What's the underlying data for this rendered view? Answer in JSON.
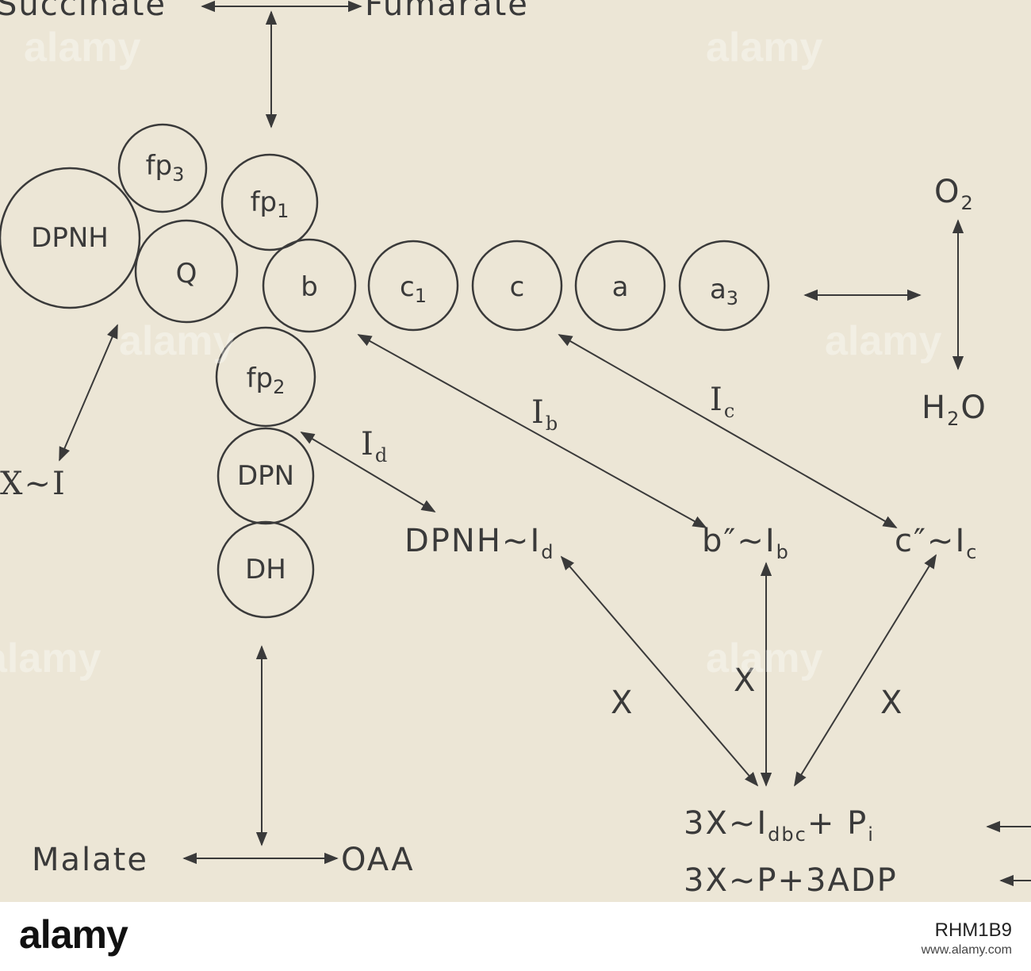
{
  "diagram": {
    "top": {
      "left": "Succinate",
      "right": "Fumarate"
    },
    "bottom": {
      "left": "Malate",
      "right": "OAA"
    },
    "oxygen": {
      "top": "O",
      "top_sub": "2",
      "bottom": "H",
      "bottom_sub": "2",
      "bottom_end": "O"
    },
    "nodes": {
      "dpnh": "DPNH",
      "fp3": "fp",
      "fp3_sub": "3",
      "fp1": "fp",
      "fp1_sub": "1",
      "q": "Q",
      "b": "b",
      "c1": "c",
      "c1_sub": "1",
      "c": "c",
      "a": "a",
      "a3": "a",
      "a3_sub": "3",
      "fp2": "fp",
      "fp2_sub": "2",
      "dpn": "DPN",
      "dh": "DH"
    },
    "left_product": "X~I",
    "intermediates": {
      "id_label": "I",
      "id_sub": "d",
      "ib_label": "I",
      "ib_sub": "b",
      "ic_label": "I",
      "ic_sub": "c",
      "dpnh_id": "DPNH~I",
      "dpnh_id_sub": "d",
      "b_ib": "b″~I",
      "b_ib_sub": "b",
      "c_ic": "c″~I",
      "c_ic_sub": "c"
    },
    "x_labels": [
      "X",
      "X",
      "X"
    ],
    "bottom_eq": {
      "line1_pre": "3X~I",
      "line1_sub": "dbc",
      "line1_post": "+ P",
      "line1_post_sub": "i",
      "line2": "3X~P+3ADP"
    }
  },
  "footer": {
    "logo": "alamy",
    "image_id": "RHM1B9",
    "site": "www.alamy.com",
    "watermark": "alamy"
  },
  "colors": {
    "background": "#ece6d6",
    "ink": "#3a3a3a",
    "footer": "#ffffff"
  }
}
